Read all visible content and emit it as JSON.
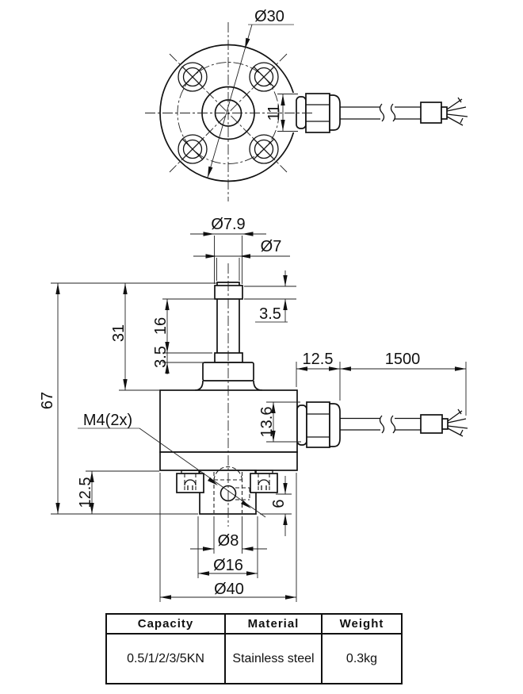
{
  "dimensions": {
    "top": {
      "bolt_circle": "Ø30",
      "connector_width": "11"
    },
    "side": {
      "rod_collar_dia": "Ø7.9",
      "rod_dia": "Ø7",
      "rod_collar_len": "3.5",
      "rod_len": "16",
      "rod_assembly_len": "31",
      "lower_collar_len": "3.5",
      "total_height": "67",
      "base_height": "12.5",
      "thread": "M4(2x)",
      "gland_length": "12.5",
      "cable_length": "1500",
      "gland_height": "13.6",
      "boss_height": "6",
      "hole_dia": "Ø8",
      "boss_dia": "Ø16",
      "body_dia": "Ø40"
    }
  },
  "table": {
    "headers": [
      "Capacity",
      "Material",
      "Weight"
    ],
    "row": [
      "0.5/1/2/3/5KN",
      "Stainless steel",
      "0.3kg"
    ]
  }
}
